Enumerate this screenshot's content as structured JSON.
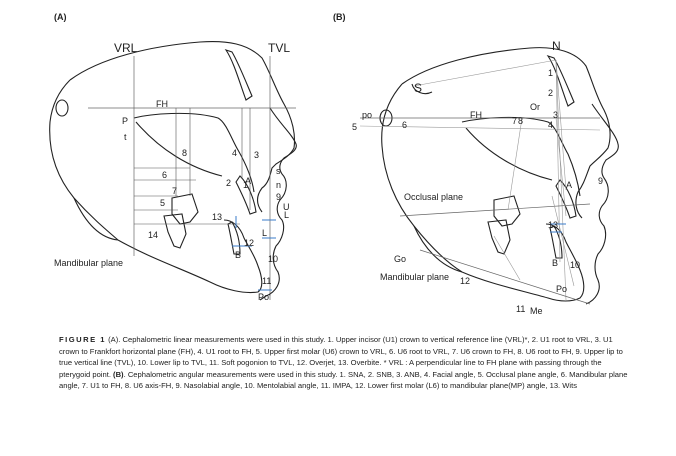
{
  "panel_a": {
    "tag": "(A)",
    "labels": {
      "vrl": "VRL",
      "tvl": "TVL",
      "fh": "FH",
      "p": "P",
      "t": "t",
      "mandibular_plane": "Mandibular plane",
      "a": "A",
      "b": "B",
      "s": "s",
      "n": "n",
      "u": "U",
      "l": "L",
      "po_prime": "Po'",
      "l_lower": "L",
      "n1": "1",
      "n2": "2",
      "n3": "3",
      "n4": "4",
      "n5": "5",
      "n6": "6",
      "n7": "7",
      "n8": "8",
      "n9": "9",
      "n10": "10",
      "n11": "11",
      "n12": "12",
      "n13": "13",
      "n14": "14"
    }
  },
  "panel_b": {
    "tag": "(B)",
    "labels": {
      "n": "N",
      "s": "S",
      "po": "po",
      "or": "Or",
      "fh": "FH",
      "occlusal_plane": "Occlusal plane",
      "go": "Go",
      "mandibular_plane": "Mandibular plane",
      "a": "A",
      "b": "B",
      "po_chin": "Po",
      "me": "Me",
      "n1": "1",
      "n2": "2",
      "n3": "3",
      "n4": "4",
      "n5": "5",
      "n6": "6",
      "n7": "7",
      "n8": "8",
      "n9": "9",
      "n10": "10",
      "n11": "11",
      "n12": "12",
      "n13": "13"
    }
  },
  "caption": {
    "label": "FIGURE 1",
    "part1": " (A). Cephalometric linear measurements were used in this study. 1. Upper incisor (U1) crown to vertical reference line (VRL)*, 2. U1 root to VRL, 3. U1 crown to Frankfort horizontal plane (FH), 4. U1 root to FH, 5. Upper first molar (U6) crown to VRL, 6. U6 root to VRL, 7. U6 crown to FH, 8. U6 root to FH, 9. Upper lip to true vertical line (TVL), 10. Lower lip to TVL, 11. Soft pogonion to TVL, 12. Overjet, 13. Overbite. * VRL : A perpendicular line to FH plane with passing through the pterygoid point. ",
    "bold_b": "(B)",
    "part2": ". Cephalometric angular measurements were used in this study. 1. SNA, 2. SNB, 3. ANB, 4. Facial angle, 5. Occlusal plane angle, 6. Mandibular plane angle, 7. U1 to FH, 8. U6 axis-FH, 9. Nasolabial angle, 10. Mentolabial angle, 11. IMPA, 12. Lower first molar (L6) to mandibular plane(MP) angle, 13. Wits"
  }
}
